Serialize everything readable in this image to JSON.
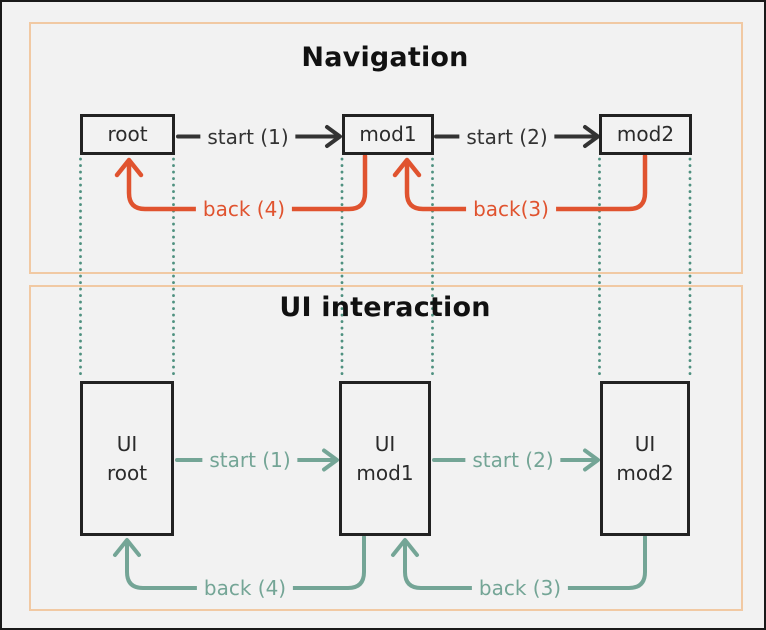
{
  "colors": {
    "page_bg": "#f2f2f2",
    "frame_border": "#1a1a1a",
    "panel_border": "#f1c9a3",
    "box_border": "#222222",
    "box_text": "#2b2b2b",
    "nav_arrow": "#333333",
    "back_arrow": "#e0532f",
    "ui_arrow": "#74a596",
    "trace_dots": "#4f9180"
  },
  "navigation": {
    "title": "Navigation",
    "nodes": {
      "root": "root",
      "mod1": "mod1",
      "mod2": "mod2"
    },
    "edges": {
      "start1": "start (1)",
      "start2": "start (2)",
      "back4": "back (4)",
      "back3": "back(3)"
    }
  },
  "ui_interaction": {
    "title": "UI interaction",
    "nodes": {
      "root": {
        "line1": "UI",
        "line2": "root"
      },
      "mod1": {
        "line1": "UI",
        "line2": "mod1"
      },
      "mod2": {
        "line1": "UI",
        "line2": "mod2"
      }
    },
    "edges": {
      "start1": "start (1)",
      "start2": "start (2)",
      "back4": "back (4)",
      "back3": "back (3)"
    }
  }
}
